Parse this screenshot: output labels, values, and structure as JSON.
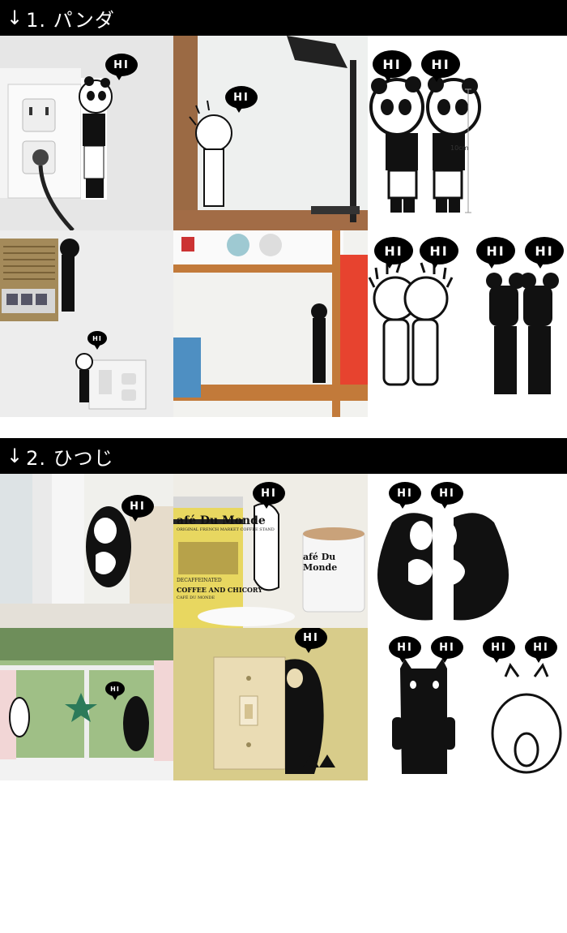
{
  "sections": [
    {
      "arrow": "↓",
      "title": "1. パンダ"
    },
    {
      "arrow": "↓",
      "title": "2. ひつじ"
    }
  ],
  "speech": {
    "text": "HI"
  },
  "dimension": {
    "height": "10cm"
  },
  "mugs": {
    "brand": "Café Du Monde",
    "brand_left": "afé Du Monde",
    "brand_right": "afé Du Monde",
    "line1": "ORIGINAL FRENCH MARKET COFFEE STAND",
    "line2": "DECAFFEINATED",
    "line3": "COFFEE AND CHICORY",
    "line4": "CAFÉ DU MONDE"
  }
}
